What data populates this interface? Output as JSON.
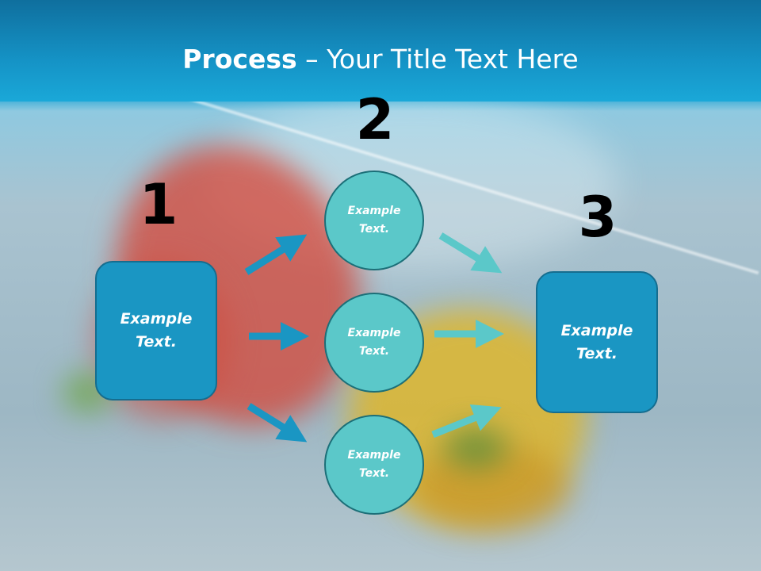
{
  "title": {
    "bold": "Process",
    "rest": " – Your Title Text Here"
  },
  "steps": [
    {
      "number": "1",
      "text": "Example\nText."
    },
    {
      "number": "2",
      "items": [
        "Example\nText.",
        "Example\nText.",
        "Example\nText."
      ]
    },
    {
      "number": "3",
      "text": "Example\nText."
    }
  ],
  "colors": {
    "header": "#1593c6",
    "box": "#1a96c3",
    "circle": "#5bc8c9",
    "arrow_left": "#1a96c3",
    "arrow_right": "#5bc8c9"
  }
}
